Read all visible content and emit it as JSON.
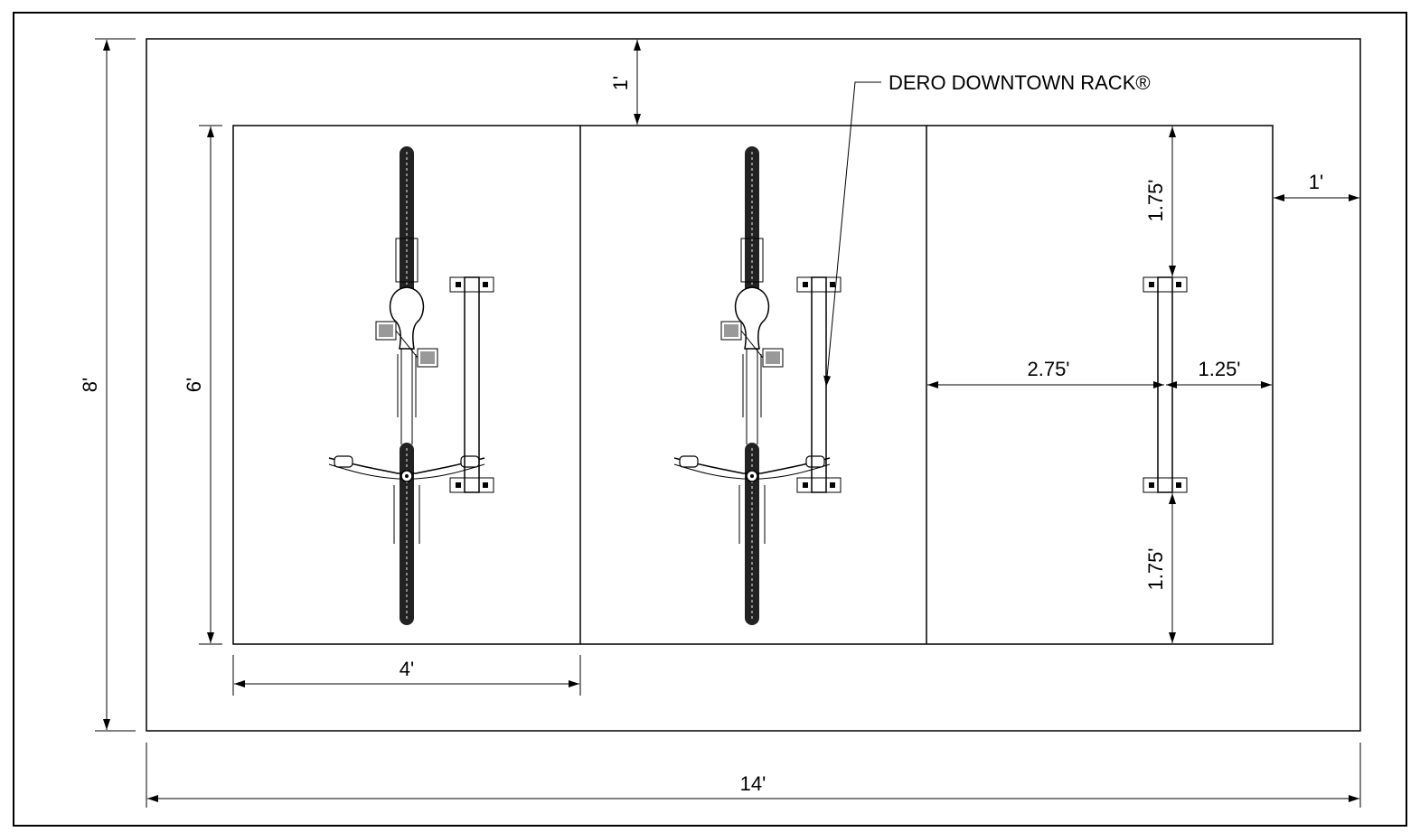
{
  "title": "",
  "callout": {
    "label": "DERO DOWNTOWN RACK®"
  },
  "dimensions": {
    "overall_width": "14'",
    "overall_height": "8'",
    "pad_height": "6'",
    "bay_width": "4'",
    "top_clearance": "1'",
    "right_clearance": "1'",
    "rack_top_offset": "1.75'",
    "rack_bottom_offset": "1.75'",
    "rack_left_offset": "2.75'",
    "rack_right_offset": "1.25'"
  },
  "layout": {
    "bays": [
      {
        "name": "bay-1",
        "has_bike": true,
        "has_rack": true
      },
      {
        "name": "bay-2",
        "has_bike": true,
        "has_rack": true
      },
      {
        "name": "bay-3",
        "has_bike": false,
        "has_rack": true
      }
    ]
  },
  "colors": {
    "line": "#000000",
    "background": "#ffffff"
  }
}
